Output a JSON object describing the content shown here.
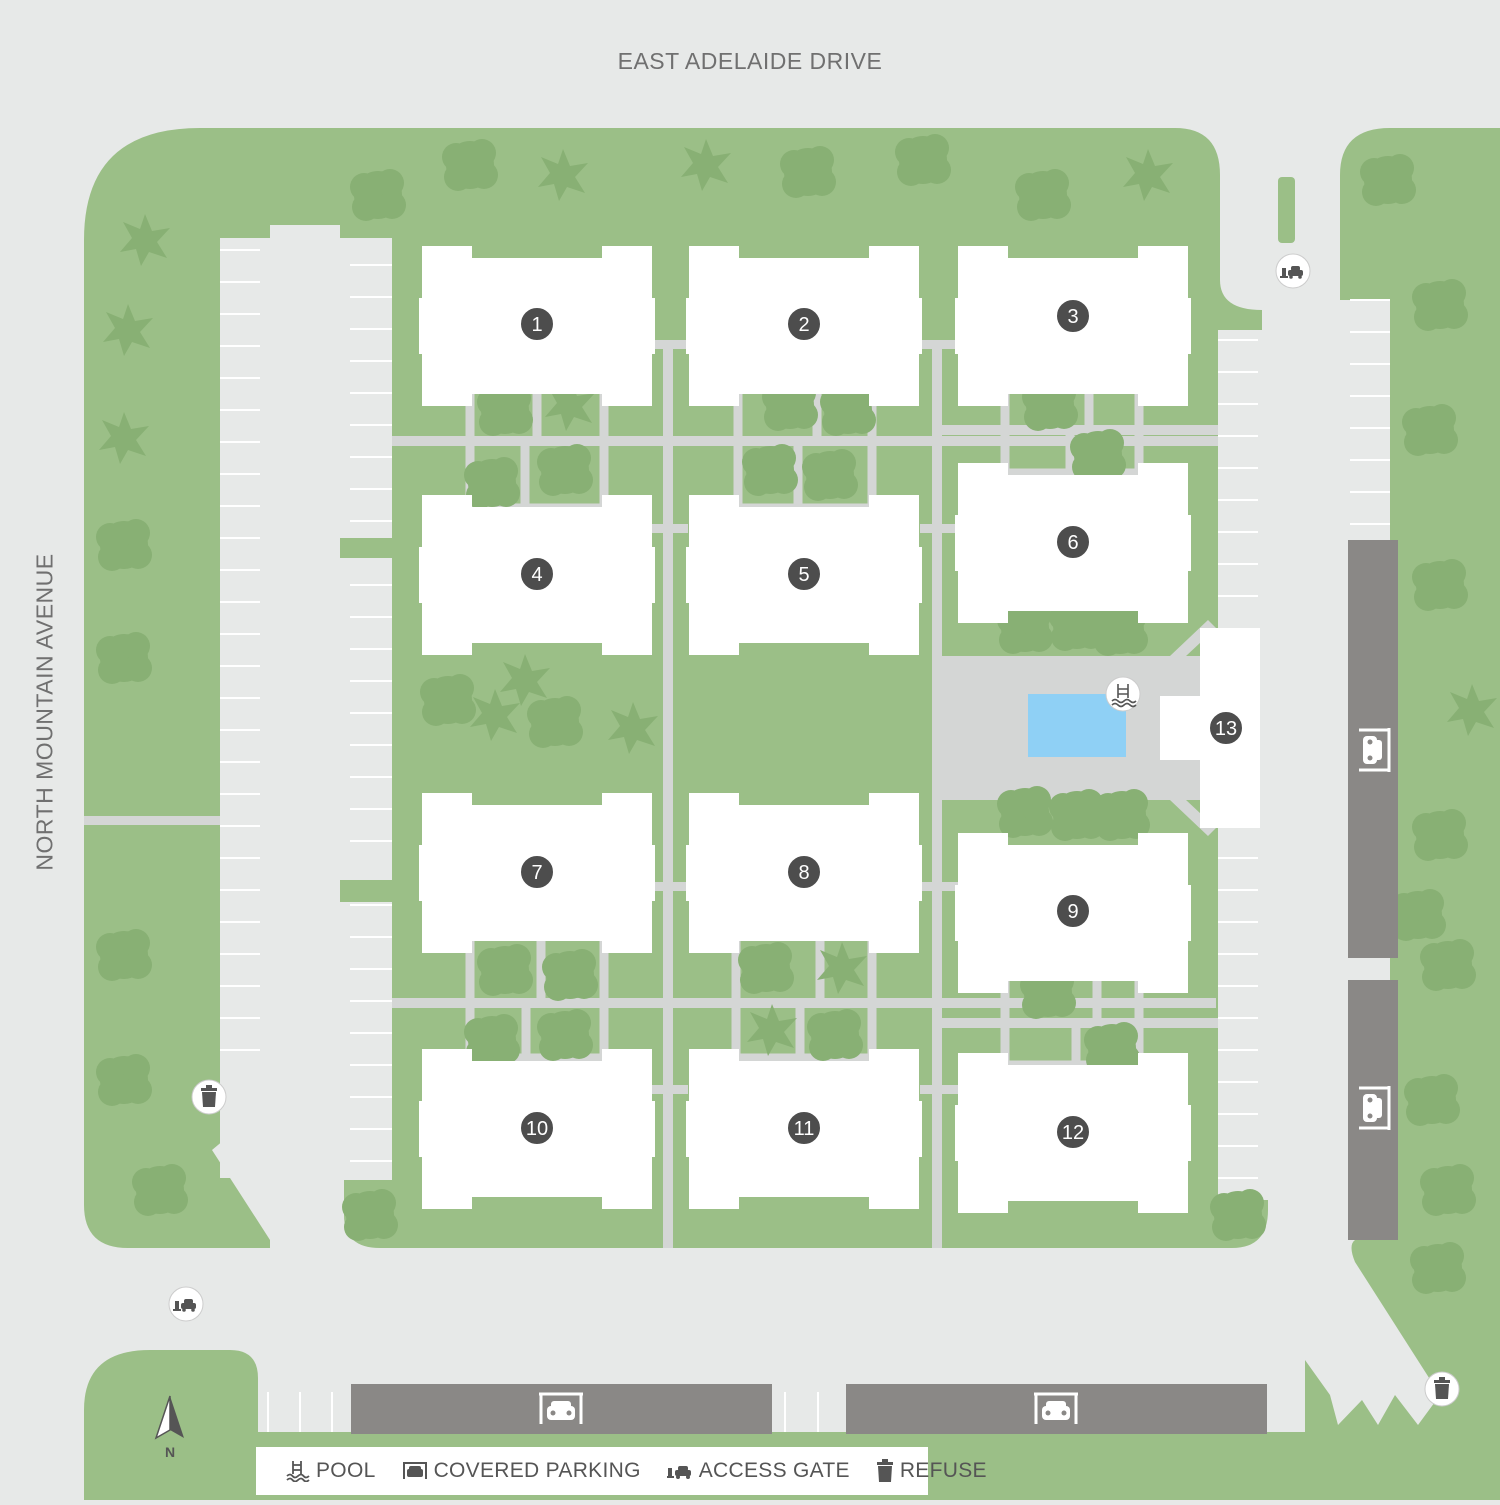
{
  "streets": {
    "north": "EAST ADELAIDE DRIVE",
    "west": "NORTH MOUNTAIN AVENUE"
  },
  "colors": {
    "grass": "#9bbf87",
    "tree": "#88b074",
    "road": "#e7e9e8",
    "path": "#d4d6d5",
    "building": "#ffffff",
    "badge": "#4d4d4d",
    "pool_water": "#8fd0f5",
    "pool_deck": "#d4d6d5",
    "carport": "#8a8886"
  },
  "buildings": [
    {
      "id": "building-1",
      "label": "1"
    },
    {
      "id": "building-2",
      "label": "2"
    },
    {
      "id": "building-3",
      "label": "3"
    },
    {
      "id": "building-4",
      "label": "4"
    },
    {
      "id": "building-5",
      "label": "5"
    },
    {
      "id": "building-6",
      "label": "6"
    },
    {
      "id": "building-7",
      "label": "7"
    },
    {
      "id": "building-8",
      "label": "8"
    },
    {
      "id": "building-9",
      "label": "9"
    },
    {
      "id": "building-10",
      "label": "10"
    },
    {
      "id": "building-11",
      "label": "11"
    },
    {
      "id": "building-12",
      "label": "12"
    },
    {
      "id": "building-13",
      "label": "13"
    }
  ],
  "amenity_markers": [
    {
      "type": "access-gate",
      "icon": "access-gate-icon"
    },
    {
      "type": "access-gate",
      "icon": "access-gate-icon"
    },
    {
      "type": "pool",
      "icon": "pool-icon"
    },
    {
      "type": "refuse",
      "icon": "refuse-icon"
    },
    {
      "type": "refuse",
      "icon": "refuse-icon"
    }
  ],
  "compass": {
    "label": "N",
    "icon": "north-arrow-icon"
  },
  "legend": {
    "items": [
      {
        "label": "POOL",
        "icon": "pool-icon"
      },
      {
        "label": "COVERED PARKING",
        "icon": "covered-parking-icon"
      },
      {
        "label": "ACCESS GATE",
        "icon": "access-gate-icon"
      },
      {
        "label": "REFUSE",
        "icon": "refuse-icon"
      }
    ]
  }
}
